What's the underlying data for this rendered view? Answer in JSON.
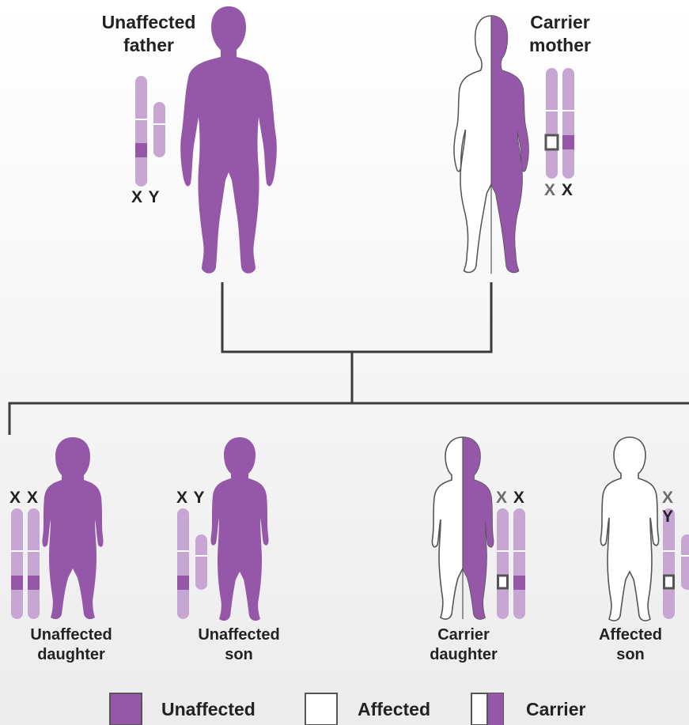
{
  "parents": {
    "father": {
      "line1": "Unaffected",
      "line2": "father",
      "chrom_left": "X",
      "chrom_right": "Y"
    },
    "mother": {
      "line1": "Carrier",
      "line2": "mother",
      "chrom_left": "X",
      "chrom_right": "X"
    }
  },
  "children": [
    {
      "line1": "Unaffected",
      "line2": "daughter",
      "chrom_left": "X",
      "chrom_right": "X"
    },
    {
      "line1": "Unaffected",
      "line2": "son",
      "chrom_left": "X",
      "chrom_right": "Y"
    },
    {
      "line1": "Carrier",
      "line2": "daughter",
      "chrom_left": "X",
      "chrom_right": "X"
    },
    {
      "line1": "Affected",
      "line2": "son",
      "chrom_left": "X",
      "chrom_right": "Y"
    }
  ],
  "legend": {
    "unaffected": "Unaffected",
    "affected": "Affected",
    "carrier": "Carrier"
  },
  "colors": {
    "purple": "#9558a8",
    "chromosome": "#c8a6d3",
    "line": "#3a3a3a",
    "outline": "#555555"
  }
}
